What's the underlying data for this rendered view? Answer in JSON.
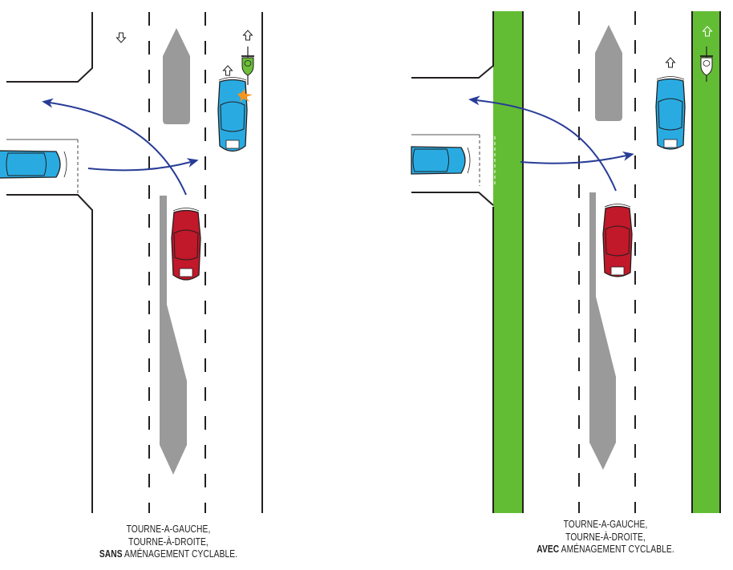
{
  "diagrams": [
    {
      "id": "sans",
      "caption": {
        "line1": "TOURNE-A-GAUCHE,",
        "line2": "TOURNE-À-DROITE,",
        "emphasis": "SANS",
        "rest": "AMÉNAGEMENT CYCLABLE."
      },
      "has_bike_lane": false,
      "cyclist_color": "#6cbf3a",
      "conflict_marker": true
    },
    {
      "id": "avec",
      "caption": {
        "line1": "TOURNE-A-GAUCHE,",
        "line2": "TOURNE-À-DROITE,",
        "emphasis": "AVEC",
        "rest": "AMÉNAGEMENT CYCLABLE."
      },
      "has_bike_lane": true,
      "cyclist_color": "#ffffff",
      "conflict_marker": false
    }
  ],
  "colors": {
    "bike_lane": "#63bd34",
    "car_blue": "#29abe2",
    "car_red": "#c1182a",
    "trajectory": "#283c96",
    "island": "#9b9a9a",
    "curb": "#231f20",
    "conflict": "#f7941d"
  },
  "icons": {
    "direction_arrow": "up-arrow-icon",
    "cyclist": "bicycle-icon",
    "car": "car-icon",
    "conflict": "collision-star-icon"
  }
}
